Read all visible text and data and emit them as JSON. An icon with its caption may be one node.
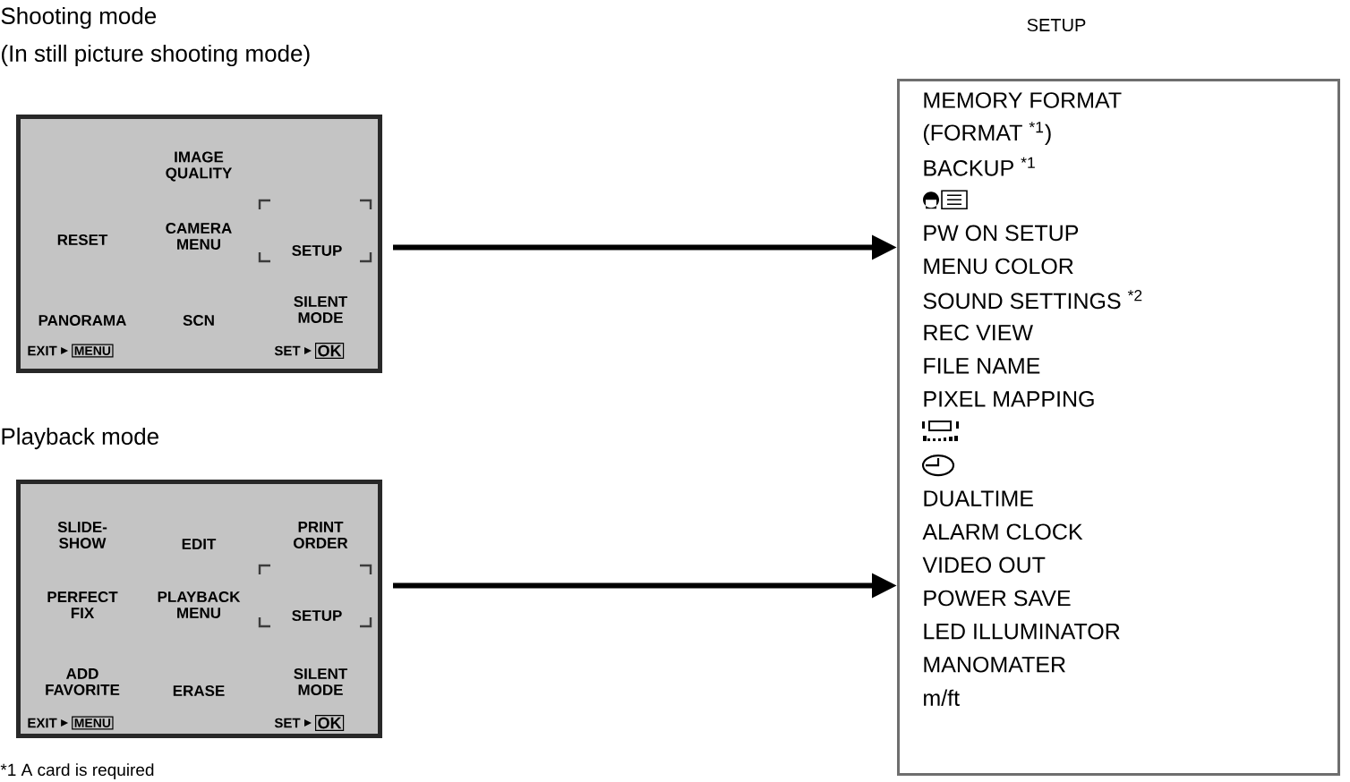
{
  "diagram": {
    "nodes": [
      {
        "text": [
          "Shooting mode",
          "(In still picture shooting mode)"
        ]
      },
      {
        "text": [
          "IMAGE QUALITY"
        ],
        "in": 0
      },
      {
        "text": [
          "RESET"
        ],
        "in": 0
      },
      {
        "text": [
          "CAMERA MENU"
        ],
        "in": 0
      },
      {
        "text": [
          "SETUP"
        ],
        "in": 0
      },
      {
        "text": [
          "PANORAMA"
        ],
        "in": 0
      },
      {
        "text": [
          "SCN"
        ],
        "in": 0
      },
      {
        "text": [
          "SILENT MODE"
        ],
        "in": 0
      },
      {
        "text": [
          "EXIT",
          "MENU"
        ],
        "in": 0
      },
      {
        "text": [
          "SET",
          "OK"
        ],
        "in": 0
      },
      {
        "text": [
          "Playback mode"
        ]
      },
      {
        "text": [
          "SLIDE-SHOW"
        ],
        "in": 10
      },
      {
        "text": [
          "EDIT"
        ],
        "in": 10
      },
      {
        "text": [
          "PRINT ORDER"
        ],
        "in": 10
      },
      {
        "text": [
          "PERFECT FIX"
        ],
        "in": 10
      },
      {
        "text": [
          "PLAYBACK MENU"
        ],
        "in": 10
      },
      {
        "text": [
          "SETUP"
        ],
        "in": 10
      },
      {
        "text": [
          "ADD FAVORITE"
        ],
        "in": 10
      },
      {
        "text": [
          "ERASE"
        ],
        "in": 10
      },
      {
        "text": [
          "SILENT MODE"
        ],
        "in": 10
      },
      {
        "text": [
          "EXIT",
          "MENU"
        ],
        "in": 10
      },
      {
        "text": [
          "SET",
          "OK"
        ],
        "in": 10
      },
      {
        "text": [
          "SETUP",
          "MEMORY FORMAT",
          "(FORMAT $^{*1}$)",
          "BACKUP $^{*1}$",
          "PW ON SETUP",
          "MENU COLOR",
          "SOUND SETTINGS $^{*2}$",
          "REC VIEW",
          "FILE NAME",
          "PIXEL MAPPING",
          "DUALTIME",
          "ALARM CLOCK",
          "VIDEO OUT",
          "POWER SAVE",
          "LED ILLUMINATOR",
          "MANOMATER",
          "m/ft"
        ]
      }
    ],
    "edges": [
      {
        "from": 0,
        "to": 22,
        "arrow": "to"
      },
      {
        "from": 10,
        "to": 22,
        "arrow": "to"
      }
    ],
    "labels": [
      "*1 A card is required"
    ]
  }
}
